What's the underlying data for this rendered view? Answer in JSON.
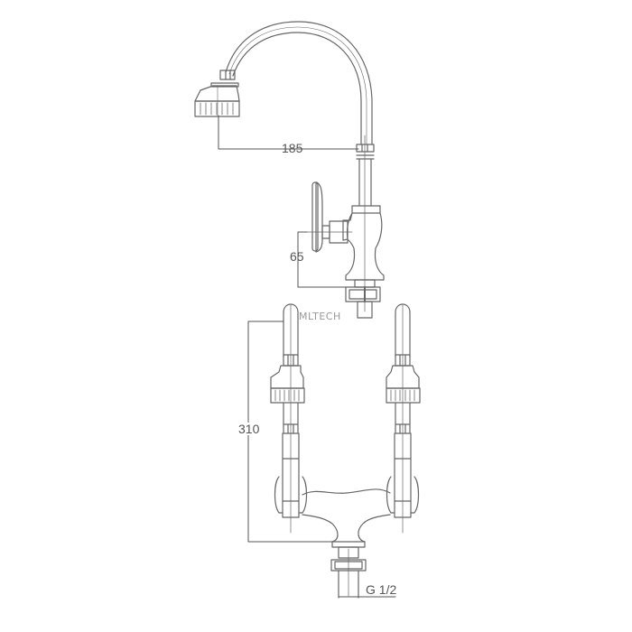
{
  "diagram": {
    "subject": "Gooseneck pillar faucet with swivel spray head and wall-bracket mixer base",
    "line_color": "#666666",
    "background": "#ffffff",
    "dimensions": {
      "spout_reach": "185",
      "handle_height": "65",
      "body_height": "310",
      "thread": "G 1/2"
    },
    "watermark": "MLTECH"
  }
}
